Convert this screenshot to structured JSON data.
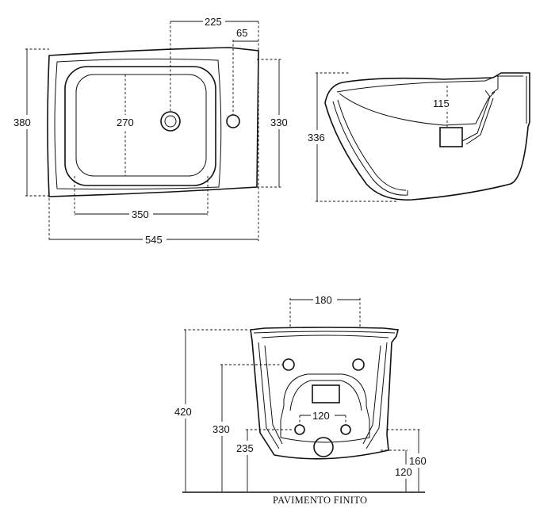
{
  "top_view": {
    "dim_width_outer": "545",
    "dim_width_bowl": "350",
    "dim_depth_outer": "380",
    "dim_depth_side": "330",
    "dim_depth_bowl": "270",
    "dim_tap_offset": "225",
    "dim_hole_offset": "65"
  },
  "side_view": {
    "dim_height": "336",
    "dim_inner": "115"
  },
  "front_view": {
    "dim_top_width": "180",
    "dim_total_height": "420",
    "dim_upper_holes": "330",
    "dim_lower_holes": "235",
    "dim_lower_spacing": "120",
    "dim_right_160": "160",
    "dim_right_120": "120",
    "floor_label": "PAVIMENTO FINITO"
  }
}
